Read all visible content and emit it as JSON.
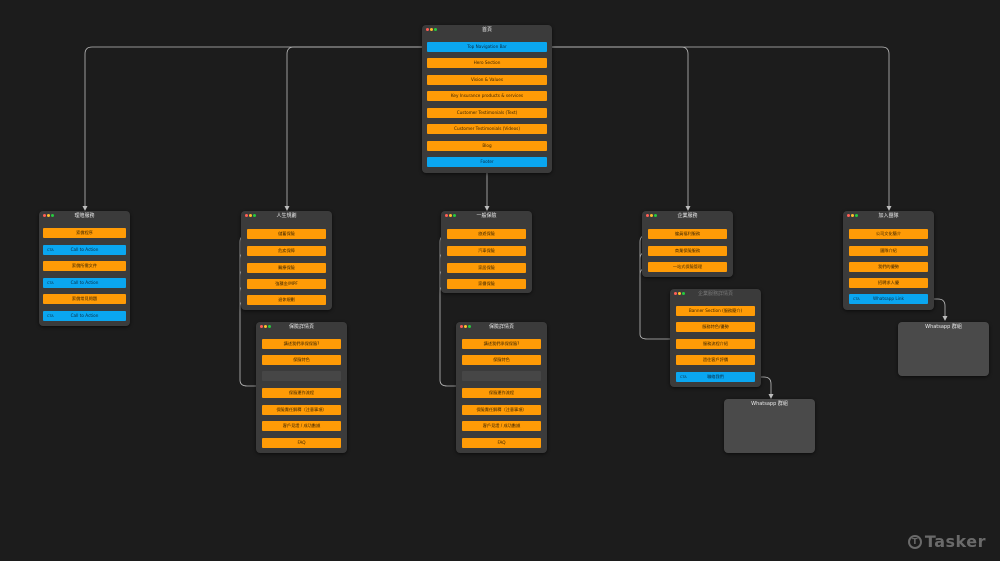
{
  "windows": {
    "home": {
      "title": "首頁",
      "items": [
        {
          "label": "Top Navigation Bar",
          "style": "blue"
        },
        {
          "label": "Hero Section",
          "style": "orange"
        },
        {
          "label": "Vision & Values",
          "style": "orange"
        },
        {
          "label": "Key Insurance products & services",
          "style": "orange"
        },
        {
          "label": "Customer Testimonials (Text)",
          "style": "orange"
        },
        {
          "label": "Customer Testimonials (Videos)",
          "style": "orange"
        },
        {
          "label": "Blog",
          "style": "orange"
        },
        {
          "label": "Footer",
          "style": "blue"
        }
      ]
    },
    "claims": {
      "title": "理賠服務",
      "items": [
        {
          "label": "索償程序",
          "style": "orange"
        },
        {
          "label": "Call to Action",
          "style": "blue",
          "tag": "CTA"
        },
        {
          "label": "索償所需文件",
          "style": "orange"
        },
        {
          "label": "Call to Action",
          "style": "blue",
          "tag": "CTA"
        },
        {
          "label": "索償常見問題",
          "style": "orange"
        },
        {
          "label": "Call to Action",
          "style": "blue",
          "tag": "CTA"
        }
      ]
    },
    "life": {
      "title": "人生規劃",
      "items": [
        {
          "label": "儲蓄保險",
          "style": "orange"
        },
        {
          "label": "危疾保障",
          "style": "orange"
        },
        {
          "label": "醫療保險",
          "style": "orange"
        },
        {
          "label": "強積金/MPF",
          "style": "orange"
        },
        {
          "label": "退休規劃",
          "style": "orange"
        }
      ]
    },
    "general": {
      "title": "一般保險",
      "items": [
        {
          "label": "旅遊保險",
          "style": "orange"
        },
        {
          "label": "汽車保險",
          "style": "orange"
        },
        {
          "label": "家居保險",
          "style": "orange"
        },
        {
          "label": "家傭保險",
          "style": "orange"
        }
      ]
    },
    "business": {
      "title": "企業服務",
      "items": [
        {
          "label": "僱員福利服務",
          "style": "orange"
        },
        {
          "label": "商業保險服務",
          "style": "orange"
        },
        {
          "label": "一站式保險管理",
          "style": "orange"
        }
      ]
    },
    "join": {
      "title": "加入團隊",
      "items": [
        {
          "label": "公司文化簡介",
          "style": "orange"
        },
        {
          "label": "團隊介紹",
          "style": "orange"
        },
        {
          "label": "我們的優勢",
          "style": "orange"
        },
        {
          "label": "招聘求人優",
          "style": "orange"
        },
        {
          "label": "Whatsapp Link",
          "style": "blue",
          "tag": "CTA"
        }
      ]
    },
    "detail_life": {
      "title": "保險詳情頁",
      "items": [
        {
          "label": "講述我們承保保險?",
          "style": "orange"
        },
        {
          "label": "保險特色",
          "style": "orange"
        },
        {
          "label": "",
          "style": "gap"
        },
        {
          "label": "保險運作流程",
          "style": "orange"
        },
        {
          "label": "保險責任解釋（注意事項）",
          "style": "orange"
        },
        {
          "label": "客戶見證 / 成功數據",
          "style": "orange"
        },
        {
          "label": "FAQ",
          "style": "orange"
        }
      ]
    },
    "detail_general": {
      "title": "保險詳情頁",
      "items": [
        {
          "label": "講述我們承保保險?",
          "style": "orange"
        },
        {
          "label": "保險特色",
          "style": "orange"
        },
        {
          "label": "",
          "style": "gap"
        },
        {
          "label": "保險運作流程",
          "style": "orange"
        },
        {
          "label": "保險責任解釋（注意事項）",
          "style": "orange"
        },
        {
          "label": "客戶見證 / 成功數據",
          "style": "orange"
        },
        {
          "label": "FAQ",
          "style": "orange"
        }
      ]
    },
    "detail_business": {
      "title": "企業服務詳情頁",
      "items": [
        {
          "label": "Banner Section (服務簡介)",
          "style": "orange"
        },
        {
          "label": "服務特色/優勢",
          "style": "orange"
        },
        {
          "label": "服務流程介紹",
          "style": "orange"
        },
        {
          "label": "過往客戶評價",
          "style": "orange"
        },
        {
          "label": "聯絡我們",
          "style": "blue",
          "tag": "CTA"
        }
      ]
    }
  },
  "placeholders": {
    "wa_join": {
      "title": "Whatsapp 群組"
    },
    "wa_business": {
      "title": "Whatsapp 群組"
    }
  },
  "brand": {
    "logo_text": "Tasker"
  }
}
